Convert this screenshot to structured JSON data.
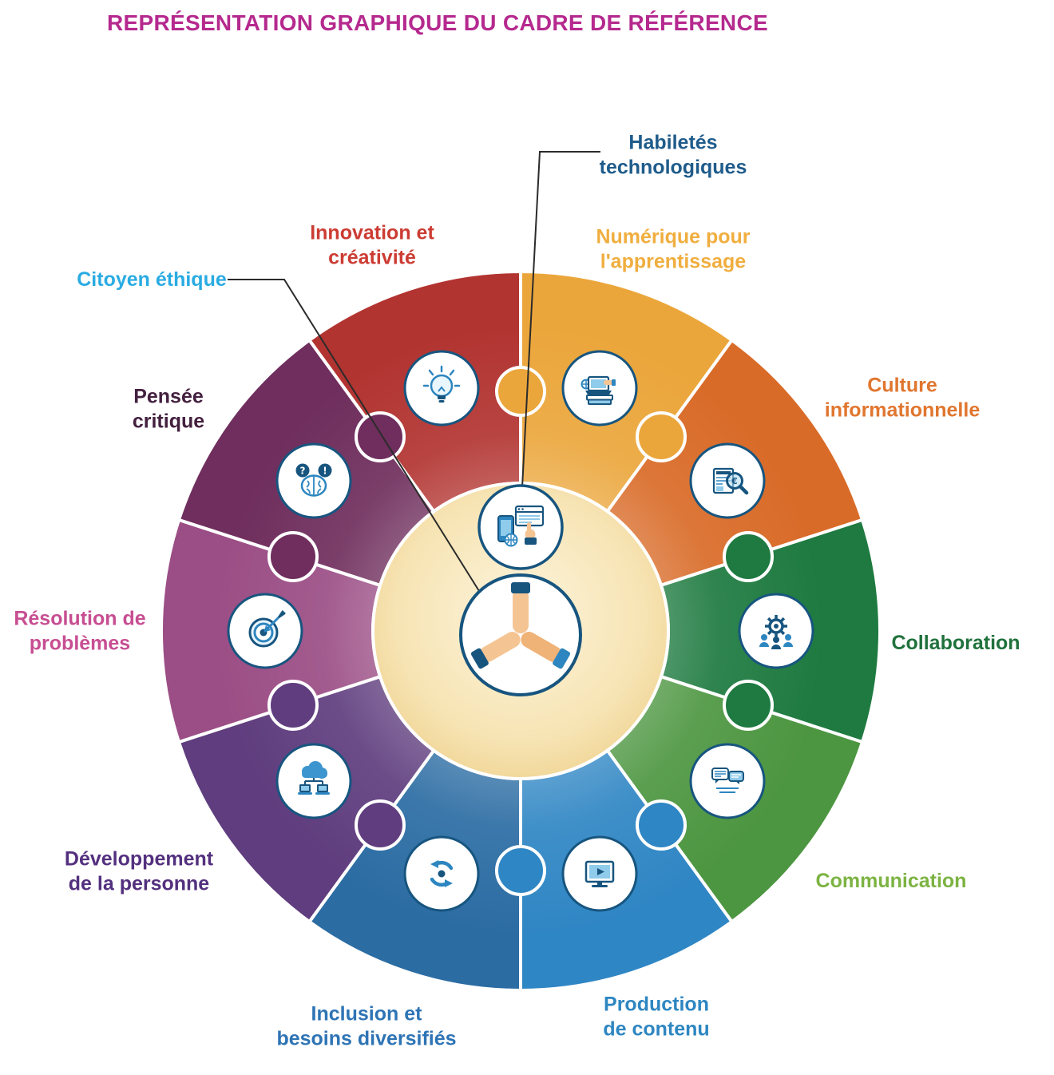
{
  "title": {
    "text": "REPRÉSENTATION GRAPHIQUE DU CADRE DE RÉFÉRENCE",
    "color": "#B5298E"
  },
  "core": {
    "citoyen": {
      "label": "Citoyen éthique",
      "color": "#29ABE2",
      "icon": "hands-together-icon"
    },
    "habiletes": {
      "label": "Habiletés\ntechnologiques",
      "color": "#1F5C8B",
      "icon": "digital-devices-icon"
    }
  },
  "glyphs": {
    "question": "?",
    "exclamation": "!",
    "euro": "€"
  },
  "palette": {
    "icon_ring": "#17557F",
    "icon_blue": "#2D86C0",
    "icon_light": "#8FCBEA",
    "center_fill": "#F7E4B4",
    "line": "#2B2B2B"
  },
  "segments": [
    {
      "id": "numerique-apprentissage",
      "label": "Numérique pour\nl'apprentissage",
      "color": "#EBA63B",
      "label_color": "#F0AE3F",
      "icon": "laptop-books-icon"
    },
    {
      "id": "culture-informationnelle",
      "label": "Culture\ninformationnelle",
      "color": "#D96B28",
      "label_color": "#E0762F",
      "icon": "news-magnifier-icon"
    },
    {
      "id": "collaboration",
      "label": "Collaboration",
      "color": "#1E7A40",
      "label_color": "#20713C",
      "icon": "people-gear-icon"
    },
    {
      "id": "communication",
      "label": "Communication",
      "color": "#4D9641",
      "label_color": "#7CB342",
      "icon": "chat-bubbles-icon"
    },
    {
      "id": "production-contenu",
      "label": "Production\nde contenu",
      "color": "#2F86C4",
      "label_color": "#2E86C1",
      "icon": "video-monitor-icon"
    },
    {
      "id": "inclusion-besoins",
      "label": "Inclusion et\nbesoins diversifiés",
      "color": "#2B6CA3",
      "label_color": "#2E74B5",
      "icon": "cycle-arrows-icon"
    },
    {
      "id": "developpement-personne",
      "label": "Développement\nde la personne",
      "color": "#5F3D7E",
      "label_color": "#53307E",
      "icon": "cloud-devices-icon"
    },
    {
      "id": "resolution-problemes",
      "label": "Résolution de\nproblèmes",
      "color": "#9B4E85",
      "label_color": "#C74E92",
      "icon": "target-dart-icon"
    },
    {
      "id": "pensee-critique",
      "label": "Pensée\ncritique",
      "color": "#6F2E5D",
      "label_color": "#44203F",
      "icon": "brain-question-icon"
    },
    {
      "id": "innovation-creativite",
      "label": "Innovation et\ncréativité",
      "color": "#B23431",
      "label_color": "#CC3C33",
      "icon": "lightbulb-icon"
    }
  ]
}
